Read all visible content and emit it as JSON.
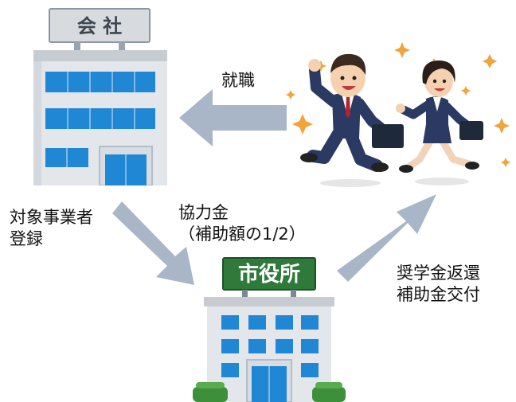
{
  "company": {
    "sign_text": "会 社"
  },
  "city_hall": {
    "sign_text": "市役所"
  },
  "flows": {
    "employment": {
      "label": "就職"
    },
    "registration": {
      "line1": "対象事業者",
      "line2": "登録"
    },
    "cooperation": {
      "line1": "協力金",
      "line2": "（補助額の1/2）"
    },
    "subsidy": {
      "line1": "奨学金返還",
      "line2": "補助金交付"
    }
  },
  "colors": {
    "arrow": "#a9b6c8",
    "building_facade": "#e3e7eb",
    "window_blue": "#1f87d4",
    "sign_green": "#2f7a3a",
    "suit_navy": "#2b3a63",
    "sparkle_orange": "#f0a43a"
  }
}
